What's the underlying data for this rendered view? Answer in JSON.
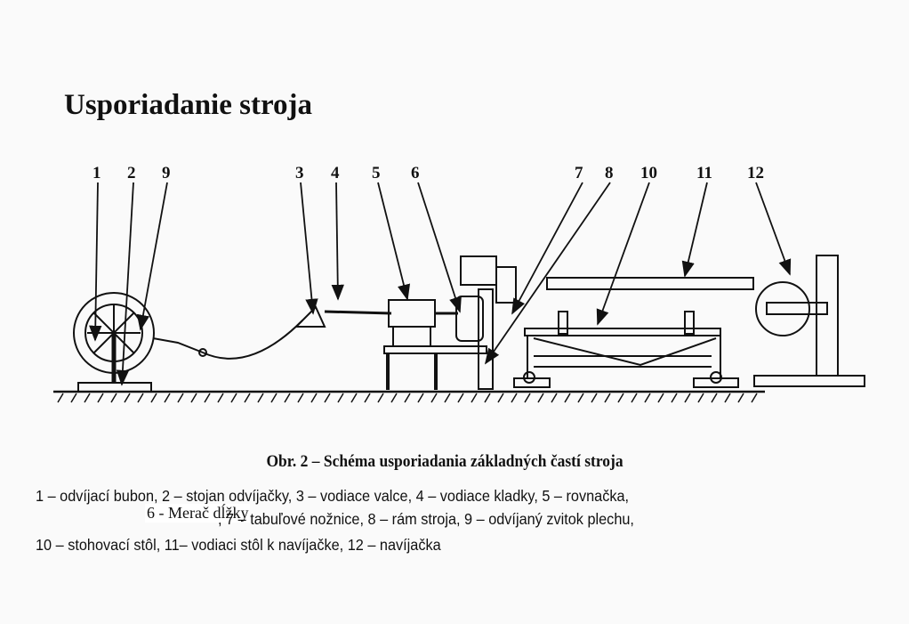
{
  "title": "Usporiadanie stroja",
  "labels": [
    "1",
    "2",
    "9",
    "3",
    "4",
    "5",
    "6",
    "7",
    "8",
    "10",
    "11",
    "12"
  ],
  "caption": "Obr. 2 – Schéma usporiadania základných častí stroja",
  "legend": {
    "line1": "1 – odvíjací bubon, 2 – stojan odvíjačky, 3 – vodiace valce, 4 – vodiace kladky, 5 – rovnačka,",
    "inserted": "6 - Merač dĺžky",
    "line2": ", 7 – tabuľové nožnice, 8 – rám stroja, 9 – odvíjaný zvitok plechu,",
    "line3": "10 – stohovací stôl, 11– vodiaci stôl k navíjačke, 12 – navíjačka"
  }
}
